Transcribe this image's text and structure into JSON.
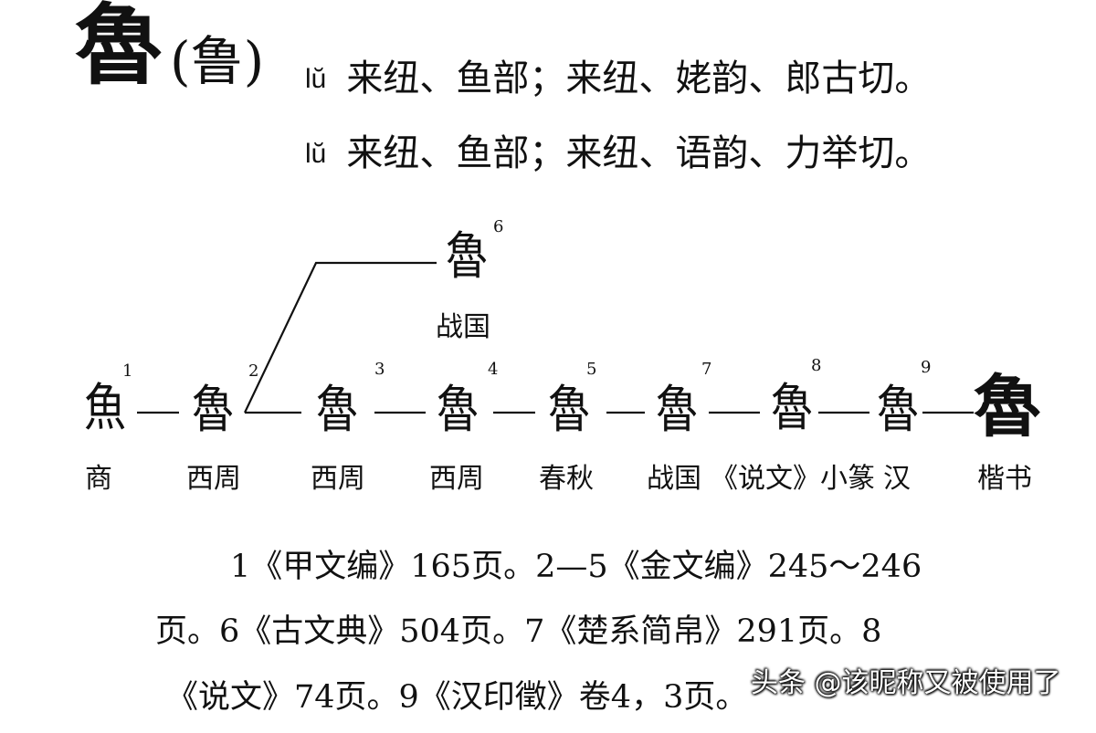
{
  "header": {
    "character": "魯",
    "traditional_form": "(鲁)"
  },
  "pronunciations": [
    {
      "pinyin": "lŭ",
      "text": "来纽、鱼部；来纽、姥韵、郎古切。"
    },
    {
      "pinyin": "lŭ",
      "text": "来纽、鱼部；来纽、语韵、力举切。"
    }
  ],
  "branch": {
    "number": "6",
    "era": "战国",
    "glyph": "魯"
  },
  "timeline": [
    {
      "number": "1",
      "era": "商",
      "glyph": "魚"
    },
    {
      "number": "2",
      "era": "西周",
      "glyph": "魯"
    },
    {
      "number": "3",
      "era": "西周",
      "glyph": "魯"
    },
    {
      "number": "4",
      "era": "西周",
      "glyph": "魯"
    },
    {
      "number": "5",
      "era": "春秋",
      "glyph": "魯"
    },
    {
      "number": "7",
      "era": "战国",
      "glyph": "魯"
    },
    {
      "number": "8",
      "era": "《说文》小篆",
      "glyph": "魯"
    },
    {
      "number": "9",
      "era": "汉",
      "glyph": "魯"
    },
    {
      "number": "",
      "era": "楷书",
      "glyph": "魯"
    }
  ],
  "sources": [
    "1《甲文编》165页。2—5《金文编》245～246",
    "页。6《古文典》504页。7《楚系简帛》291页。8",
    "《说文》74页。9《汉印徵》卷4，3页。"
  ],
  "watermark": "头条 @该昵称又被使用了"
}
